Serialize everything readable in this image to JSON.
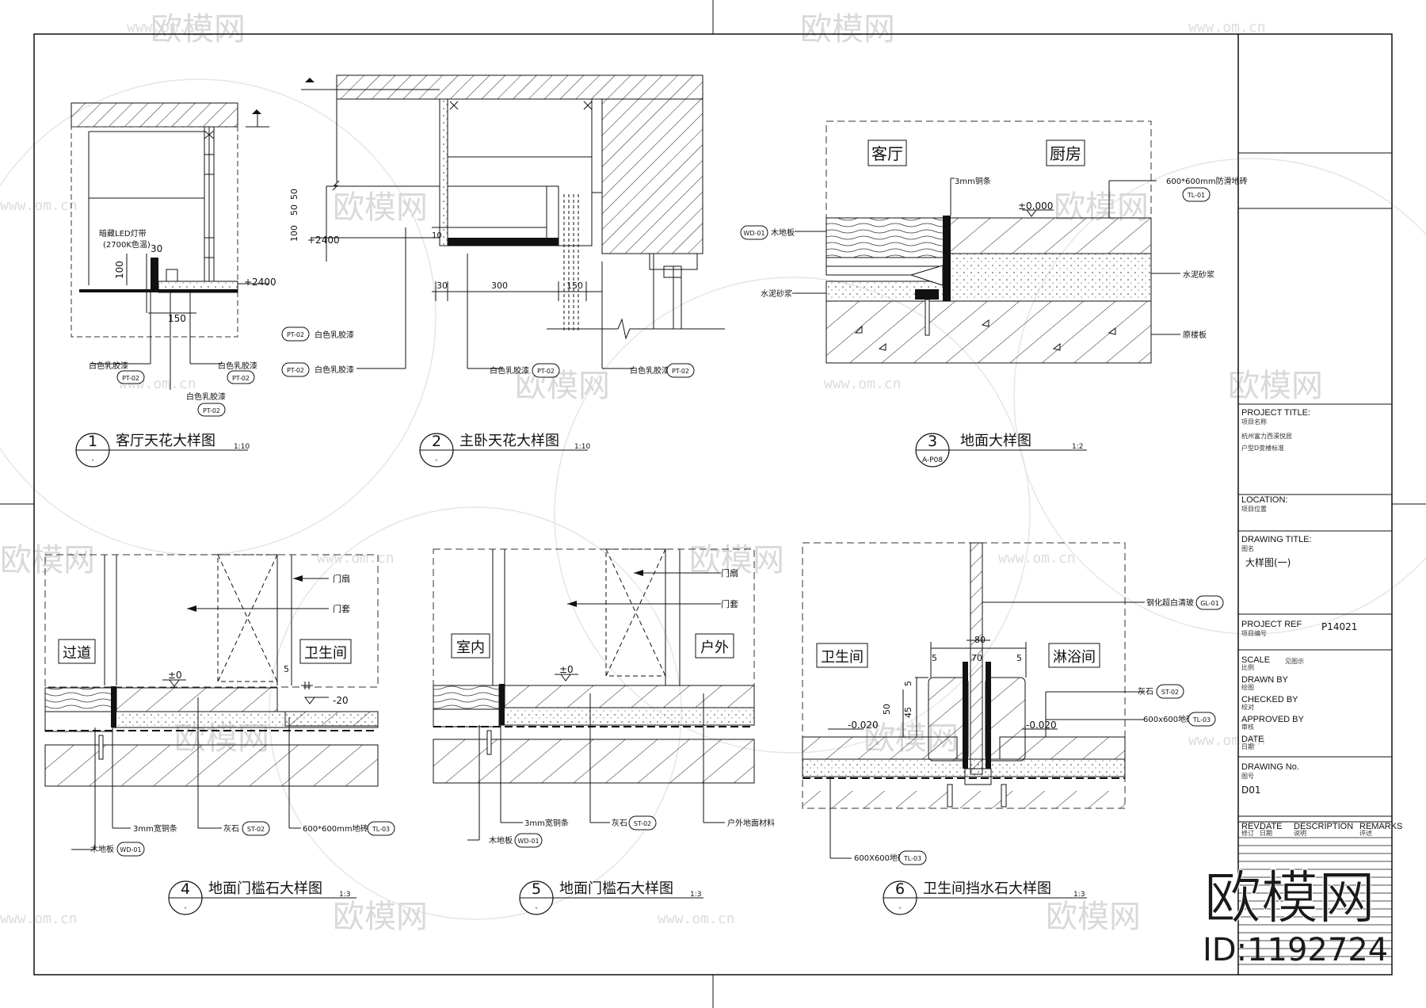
{
  "watermark": {
    "brand": "欧模网",
    "url": "www.om.cn",
    "large_brand": "欧模网",
    "id_text": "ID:1192724"
  },
  "details": [
    {
      "number": "1",
      "title": "客厅天花大样图",
      "scale": "1:10",
      "ref": "-"
    },
    {
      "number": "2",
      "title": "主卧天花大样图",
      "scale": "1:10",
      "ref": "-"
    },
    {
      "number": "3",
      "title": "地面大样图",
      "scale": "1:2",
      "ref": "A-P08"
    },
    {
      "number": "4",
      "title": "地面门槛石大样图",
      "scale": "1:3",
      "ref": "-"
    },
    {
      "number": "5",
      "title": "地面门槛石大样图",
      "scale": "1:3",
      "ref": "-"
    },
    {
      "number": "6",
      "title": "卫生间挡水石大样图",
      "scale": "1:3",
      "ref": "-"
    }
  ],
  "detail1": {
    "led": "暗藏LED灯带",
    "led_temp": "(2700K色温)",
    "dim_30": "30",
    "dim_100": "100",
    "dim_150": "150",
    "level": "+2400",
    "paint1": "白色乳胶漆",
    "paint2": "白色乳胶漆",
    "paint3": "白色乳胶漆",
    "tag": "PT-02"
  },
  "detail2": {
    "dim_50a": "50",
    "dim_50b": "50",
    "dim_100": "100",
    "dim_10": "10",
    "level": "+2400",
    "dim_30": "30",
    "dim_300": "300",
    "dim_150": "150",
    "paint": "白色乳胶漆",
    "tag": "PT-02"
  },
  "detail3": {
    "room_left": "客厅",
    "room_right": "厨房",
    "strip": "3mm铜条",
    "level": "±0.000",
    "tile": "600*600mm防滑地砖",
    "tile_tag": "TL-01",
    "wood": "木地板",
    "wood_tag": "WD-01",
    "mortar_left": "水泥砂浆",
    "mortar_right": "水泥砂浆",
    "slab": "原楼板"
  },
  "detail4": {
    "room_left": "过道",
    "room_right": "卫生间",
    "door_leaf": "门扇",
    "door_frame": "门套",
    "level0": "±0",
    "level20": "-20",
    "dim_5": "5",
    "wood": "木地板",
    "wood_tag": "WD-01",
    "strip": "3mm宽铜条",
    "stone": "灰石",
    "stone_tag": "ST-02",
    "tile": "600*600mm地砖",
    "tile_tag": "TL-03"
  },
  "detail5": {
    "room_left": "室内",
    "room_right": "户外",
    "door_leaf": "门扇",
    "door_frame": "门套",
    "level0": "±0",
    "strip": "3mm宽铜条",
    "stone": "灰石",
    "stone_tag": "ST-02",
    "outdoor": "户外地面材料",
    "wood": "木地板",
    "wood_tag": "WD-01"
  },
  "detail6": {
    "room_left": "卫生间",
    "room_right": "淋浴间",
    "glass": "钢化超白清玻",
    "glass_tag": "GL-01",
    "stone": "灰石",
    "stone_tag": "ST-02",
    "tile": "600x600地砖",
    "tile_tag": "TL-03",
    "tile_bottom": "600X600地砖",
    "level_left": "-0.020",
    "level_right": "-0.020",
    "dim_80": "80",
    "dim_5a": "5",
    "dim_70": "70",
    "dim_5b": "5",
    "dim_5c": "5",
    "dim_50": "50",
    "dim_45": "45"
  },
  "title_block": {
    "project_title_label": "PROJECT TITLE:",
    "project_title_sub": "项目名称",
    "project_title_line1": "杭州富力西溪悦居",
    "project_title_line2": "户型D变楼标准",
    "location_label": "LOCATION:",
    "location_sub": "项目位置",
    "drawing_title_label": "DRAWING  TITLE:",
    "drawing_title_sub": "图名",
    "drawing_title_value": "大样图(一)",
    "project_ref_label": "PROJECT REF",
    "project_ref_sub": "项目编号",
    "project_ref_value": "P14021",
    "scale_label": "SCALE",
    "scale_sub": "比例",
    "scale_value": "见图示",
    "drawn_label": "DRAWN BY",
    "drawn_sub": "绘图",
    "checked_label": "CHECKED BY",
    "checked_sub": "校对",
    "approved_label": "APPROVED BY",
    "approved_sub": "审核",
    "date_label": "DATE",
    "date_sub": "日期",
    "drawing_no_label": "DRAWING No.",
    "drawing_no_sub": "图号",
    "drawing_no_value": "D01",
    "rev_label": "REV.",
    "rev_sub": "修订",
    "rev_date_label": "DATE",
    "rev_date_sub": "日期",
    "desc_label": "DESCRIPTION",
    "desc_sub": "说明",
    "remarks_label": "REMARKS",
    "remarks_sub": "评述"
  }
}
